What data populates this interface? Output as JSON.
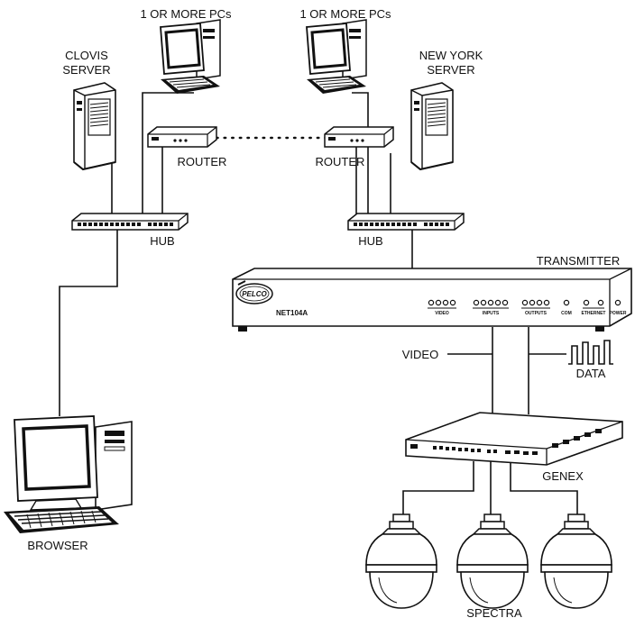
{
  "labels": {
    "pcs_left": "1 OR MORE PCs",
    "pcs_right": "1 OR MORE PCs",
    "clovis_line1": "CLOVIS",
    "clovis_line2": "SERVER",
    "newyork_line1": "NEW YORK",
    "newyork_line2": "SERVER",
    "router_left": "ROUTER",
    "router_right": "ROUTER",
    "hub_left": "HUB",
    "hub_right": "HUB",
    "transmitter": "TRANSMITTER",
    "video": "VIDEO",
    "data": "DATA",
    "genex": "GENEX",
    "browser": "BROWSER",
    "spectra": "SPECTRA"
  },
  "transmitter_panel": {
    "brand": "PELCO",
    "model": "NET104A",
    "video": "VIDEO",
    "inputs": "INPUTS",
    "outputs": "OUTPUTS",
    "com": "COM",
    "ethernet": "ETHERNET",
    "power": "POWER"
  },
  "icons": {
    "pc": "desktop-pc-icon",
    "server": "tower-server-icon",
    "router": "router-icon",
    "hub": "network-hub-icon",
    "dome": "dome-camera-icon",
    "data_signal": "square-wave-icon"
  }
}
